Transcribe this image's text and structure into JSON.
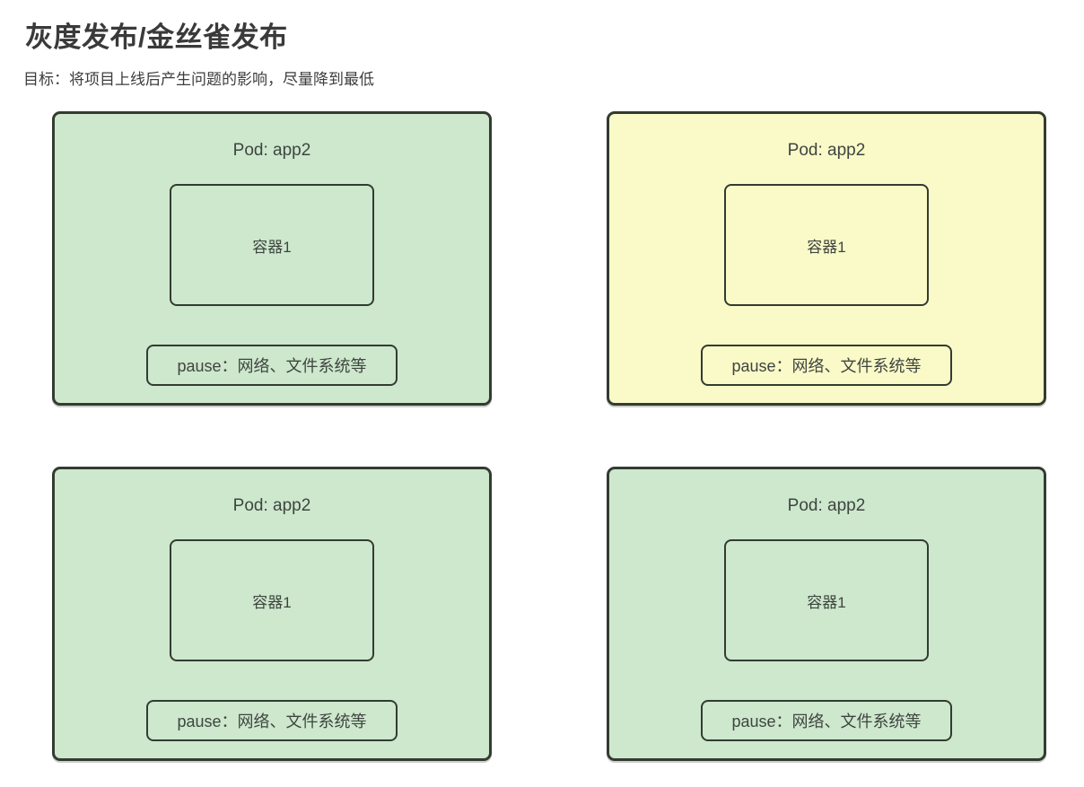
{
  "header": {
    "title": "灰度发布/金丝雀发布",
    "subtitle": "目标：将项目上线后产生问题的影响，尽量降到最低"
  },
  "colors": {
    "pod_green_fill": "#cde8cd",
    "pod_yellow_fill": "#fafac8",
    "stroke": "#333b31",
    "text": "#3f4540"
  },
  "pods": [
    {
      "title": "Pod: app2",
      "container_label": "容器1",
      "pause_label": "pause：网络、文件系统等",
      "fill": "#cde8cd"
    },
    {
      "title": "Pod: app2",
      "container_label": "容器1",
      "pause_label": "pause：网络、文件系统等",
      "fill": "#fafac8"
    },
    {
      "title": "Pod: app2",
      "container_label": "容器1",
      "pause_label": "pause：网络、文件系统等",
      "fill": "#cde8cd"
    },
    {
      "title": "Pod: app2",
      "container_label": "容器1",
      "pause_label": "pause：网络、文件系统等",
      "fill": "#cde8cd"
    }
  ]
}
